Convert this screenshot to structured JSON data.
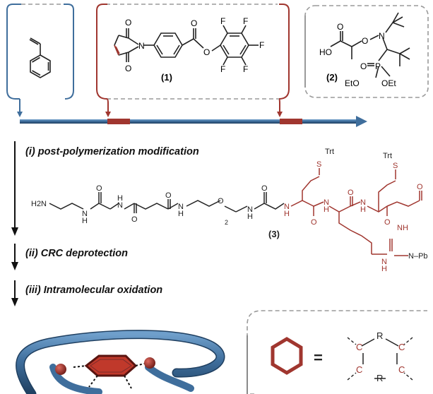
{
  "steps": {
    "i": "(i) post-polymerization modification",
    "ii": "(ii) CRC deprotection",
    "iii": "(iii) Intramolecular oxidation"
  },
  "compounds": {
    "c1": "1",
    "c2": "2",
    "c3": "3"
  },
  "atoms": {
    "F": "F",
    "O": "O",
    "N": "N",
    "HO": "HO",
    "P": "P",
    "EtO": "EtO",
    "OEt": "OEt",
    "H2N": "H2N",
    "H": "H",
    "NH": "NH",
    "S": "S",
    "Trt": "Trt",
    "Pbf": "Pb",
    "R": "R",
    "C": "C",
    "sub2": "2"
  },
  "legend": {
    "equals": "="
  },
  "colors": {
    "blue": "#3f6e9c",
    "red": "#a0362f",
    "gray": "#9a9a9a",
    "maroon": "#7a2b2b",
    "chem": "#222222"
  }
}
